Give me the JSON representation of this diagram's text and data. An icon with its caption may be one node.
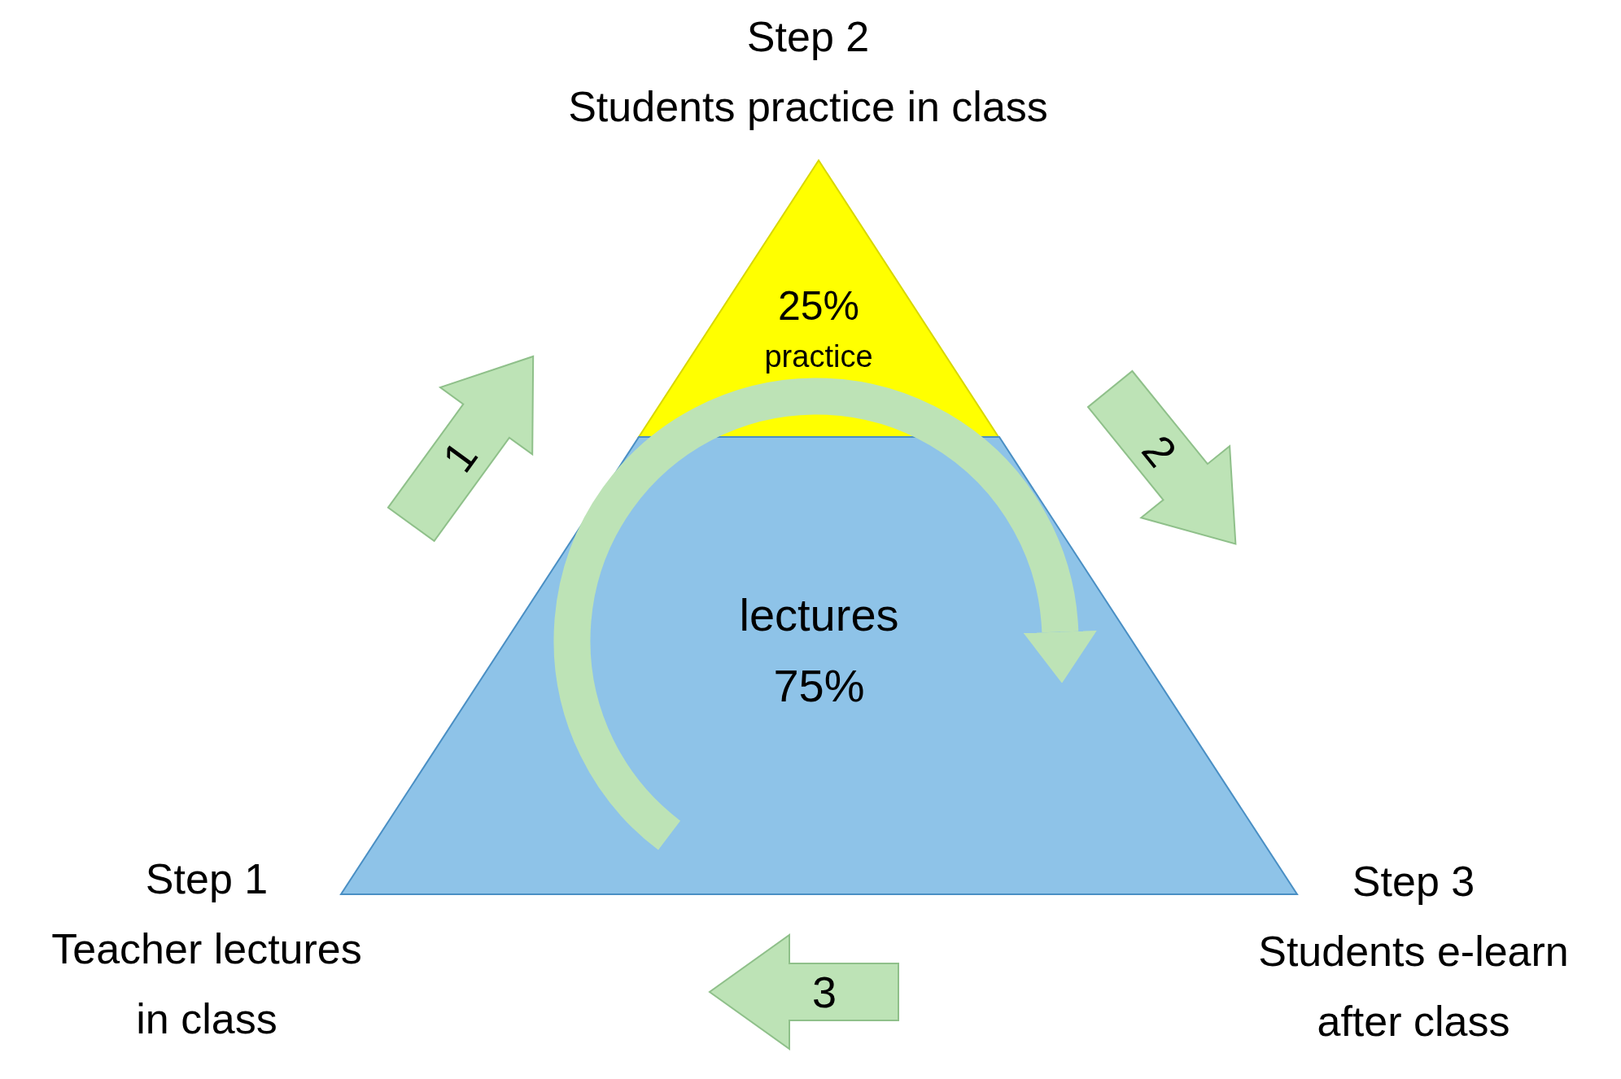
{
  "diagram": {
    "nodes": [
      {
        "text": [
          "Step 2",
          "Students practice in class"
        ]
      },
      {
        "text": [
          "Step 1",
          "Teacher lectures in class"
        ]
      },
      {
        "text": [
          "Step 3",
          "Students e-learn after class"
        ]
      },
      {
        "text": [
          "25%",
          "practice"
        ]
      },
      {
        "text": [
          "lectures 75%"
        ]
      },
      {
        "text": [
          "1"
        ]
      },
      {
        "text": [
          "2"
        ]
      },
      {
        "text": [
          "3"
        ]
      }
    ]
  }
}
